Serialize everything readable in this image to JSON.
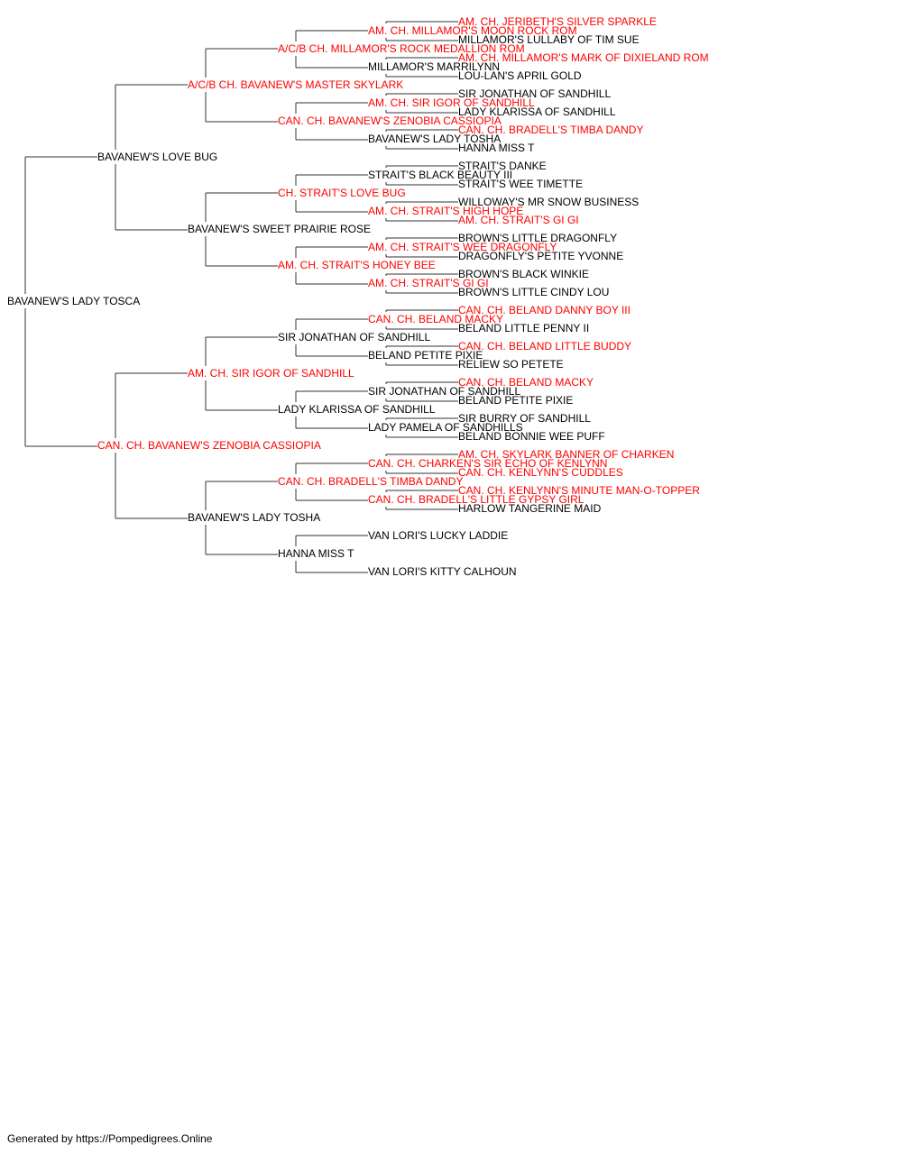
{
  "colors": {
    "champion": "#ff0000",
    "regular": "#000000",
    "connector": "#333333"
  },
  "subject": {
    "name": "BAVANEW'S LADY TOSCA",
    "champion": false
  },
  "sire": {
    "name": "BAVANEW'S LOVE BUG",
    "champion": false
  },
  "dam": {
    "name": "CAN. CH. BAVANEW'S ZENOBIA CASSIOPIA",
    "champion": true
  },
  "grandparents": [
    {
      "name": "A/C/B CH. BAVANEW'S MASTER SKYLARK",
      "champion": true
    },
    {
      "name": "BAVANEW'S SWEET PRAIRIE ROSE",
      "champion": false
    },
    {
      "name": "AM. CH. SIR IGOR OF SANDHILL",
      "champion": true
    },
    {
      "name": "BAVANEW'S LADY TOSHA",
      "champion": false
    }
  ],
  "great_grandparents": [
    {
      "name": "A/C/B CH. MILLAMOR'S ROCK MEDALLION ROM",
      "champion": true
    },
    {
      "name": "CAN. CH. BAVANEW'S ZENOBIA CASSIOPIA",
      "champion": true
    },
    {
      "name": "CH. STRAIT'S LOVE BUG",
      "champion": true
    },
    {
      "name": "AM. CH. STRAIT'S HONEY BEE",
      "champion": true
    },
    {
      "name": "SIR JONATHAN OF SANDHILL",
      "champion": false
    },
    {
      "name": "LADY KLARISSA OF SANDHILL",
      "champion": false
    },
    {
      "name": "CAN. CH. BRADELL'S TIMBA DANDY",
      "champion": true
    },
    {
      "name": "HANNA MISS T",
      "champion": false
    }
  ],
  "gen4": [
    {
      "name": "AM. CH. MILLAMOR'S MOON ROCK ROM",
      "champion": true
    },
    {
      "name": "MILLAMOR'S MARRILYNN",
      "champion": false
    },
    {
      "name": "AM. CH. SIR IGOR OF SANDHILL",
      "champion": true
    },
    {
      "name": "BAVANEW'S LADY TOSHA",
      "champion": false
    },
    {
      "name": "STRAIT'S BLACK BEAUTY III",
      "champion": false
    },
    {
      "name": "AM. CH. STRAIT'S HIGH HOPE",
      "champion": true
    },
    {
      "name": "AM. CH. STRAIT'S WEE DRAGONFLY",
      "champion": true
    },
    {
      "name": "AM. CH. STRAIT'S GI GI",
      "champion": true
    },
    {
      "name": "CAN. CH. BELAND MACKY",
      "champion": true
    },
    {
      "name": "BELAND PETITE PIXIE",
      "champion": false
    },
    {
      "name": "SIR JONATHAN OF SANDHILL",
      "champion": false
    },
    {
      "name": "LADY PAMELA OF SANDHILLS",
      "champion": false
    },
    {
      "name": "CAN. CH. CHARKEN'S SIR ECHO OF KENLYNN",
      "champion": true
    },
    {
      "name": "CAN. CH. BRADELL'S LITTLE GYPSY GIRL",
      "champion": true
    },
    {
      "name": "VAN LORI'S LUCKY LADDIE",
      "champion": false
    },
    {
      "name": "VAN LORI'S KITTY CALHOUN",
      "champion": false
    }
  ],
  "gen5": [
    {
      "name": "AM. CH. JERIBETH'S SILVER SPARKLE",
      "champion": true
    },
    {
      "name": "MILLAMOR'S LULLABY OF TIM SUE",
      "champion": false
    },
    {
      "name": "AM. CH. MILLAMOR'S MARK OF DIXIELAND ROM",
      "champion": true
    },
    {
      "name": "LOU-LAN'S APRIL GOLD",
      "champion": false
    },
    {
      "name": "SIR JONATHAN OF SANDHILL",
      "champion": false
    },
    {
      "name": "LADY KLARISSA OF SANDHILL",
      "champion": false
    },
    {
      "name": "CAN. CH. BRADELL'S TIMBA DANDY",
      "champion": true
    },
    {
      "name": "HANNA MISS T",
      "champion": false
    },
    {
      "name": "STRAIT'S DANKE",
      "champion": false
    },
    {
      "name": "STRAIT'S WEE TIMETTE",
      "champion": false
    },
    {
      "name": "WILLOWAY'S MR SNOW BUSINESS",
      "champion": false
    },
    {
      "name": "AM. CH. STRAIT'S GI GI",
      "champion": true
    },
    {
      "name": "BROWN'S LITTLE DRAGONFLY",
      "champion": false
    },
    {
      "name": "DRAGONFLY'S PETITE YVONNE",
      "champion": false
    },
    {
      "name": "BROWN'S BLACK WINKIE",
      "champion": false
    },
    {
      "name": "BROWN'S LITTLE CINDY LOU",
      "champion": false
    },
    {
      "name": "CAN. CH. BELAND DANNY BOY III",
      "champion": true
    },
    {
      "name": "BELAND LITTLE PENNY II",
      "champion": false
    },
    {
      "name": "CAN. CH. BELAND LITTLE BUDDY",
      "champion": true
    },
    {
      "name": "RELIEW SO PETETE",
      "champion": false
    },
    {
      "name": "CAN. CH. BELAND MACKY",
      "champion": true
    },
    {
      "name": "BELAND PETITE PIXIE",
      "champion": false
    },
    {
      "name": "SIR BURRY OF SANDHILL",
      "champion": false
    },
    {
      "name": "BELAND BONNIE WEE PUFF",
      "champion": false
    },
    {
      "name": "AM. CH. SKYLARK BANNER OF CHARKEN",
      "champion": true
    },
    {
      "name": "CAN. CH. KENLYNN'S CUDDLES",
      "champion": true
    },
    {
      "name": "CAN. CH. KENLYNN'S MINUTE MAN-O-TOPPER",
      "champion": true
    },
    {
      "name": "HARLOW TANGERINE MAID",
      "champion": false
    },
    null,
    null,
    null,
    null
  ],
  "footer": "Generated by https://Pompedigrees.Online"
}
